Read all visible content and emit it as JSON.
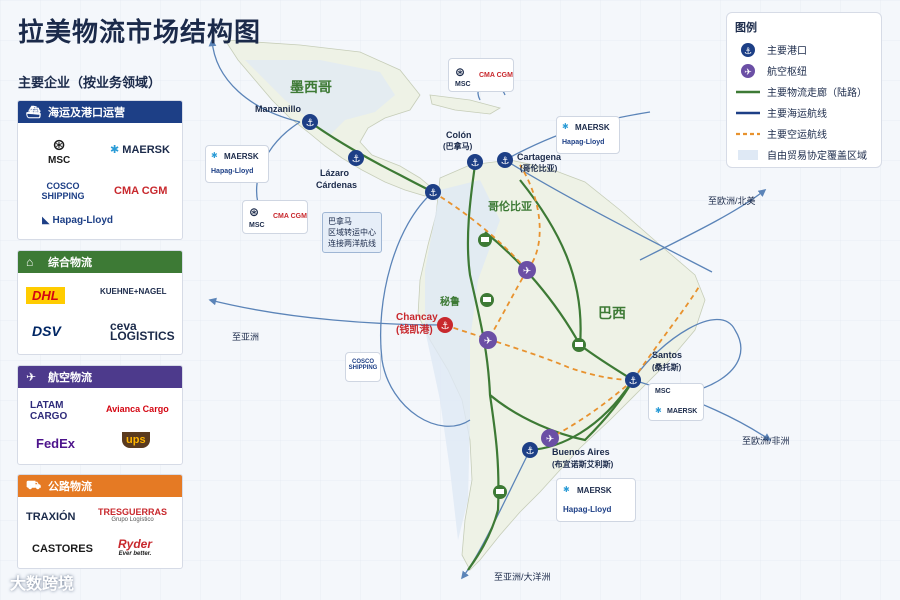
{
  "title": "拉美物流市场结构图",
  "enterprises": {
    "heading": "主要企业（按业务领域）",
    "categories": [
      {
        "name": "海运及港口运营",
        "color": "#1d3f86",
        "icon": "ship-icon",
        "logos": [
          "MSC",
          "MAERSK",
          "COSCO SHIPPING",
          "CMA CGM",
          "Hapag-Lloyd"
        ]
      },
      {
        "name": "综合物流",
        "color": "#3d7a35",
        "icon": "warehouse-icon",
        "logos": [
          "DHL",
          "KUEHNE+NAGEL",
          "DSV",
          "ceva LOGISTICS"
        ]
      },
      {
        "name": "航空物流",
        "color": "#4d3a8c",
        "icon": "plane-icon",
        "logos": [
          "LATAM CARGO",
          "Avianca Cargo",
          "FedEx",
          "ups"
        ]
      },
      {
        "name": "公路物流",
        "color": "#e57a24",
        "icon": "truck-icon",
        "logos": [
          "TRAXIÓN",
          "TRESGUERRAS",
          "Grupo Logístico",
          "CASTORES",
          "Ryder",
          "Ever better."
        ]
      }
    ]
  },
  "legend": {
    "title": "图例",
    "items": [
      {
        "label": "主要港口",
        "symbol": "anchor-icon"
      },
      {
        "label": "航空枢纽",
        "symbol": "plane-hub-icon"
      },
      {
        "label": "主要物流走廊（陆路）",
        "symbol": "green-line"
      },
      {
        "label": "主要海运航线",
        "symbol": "blue-line"
      },
      {
        "label": "主要空运航线",
        "symbol": "orange-dashed-line"
      },
      {
        "label": "自由贸易协定覆盖区域",
        "symbol": "fta-area"
      }
    ]
  },
  "map": {
    "countries": {
      "mexico": "墨西哥",
      "colombia": "哥伦比亚",
      "brazil": "巴西",
      "peru": "秘鲁"
    },
    "ports": {
      "manzanillo": "Manzanillo",
      "lazaro": [
        "Lázaro",
        "Cárdenas"
      ],
      "colon": [
        "Colón",
        "(巴拿马)"
      ],
      "cartagena": [
        "Cartagena",
        "(哥伦比亚)"
      ],
      "chancay": [
        "Chancay",
        "(钱凯港)"
      ],
      "santos": [
        "Santos",
        "(桑托斯)"
      ],
      "buenos_aires": [
        "Buenos Aires",
        "(布宜诺斯艾利斯)"
      ]
    },
    "panama_note": [
      "巴拿马",
      "区域转运中心",
      "连接两洋航线"
    ],
    "routes": {
      "europe_na": "至欧洲/北美",
      "asia_left": "至亚洲",
      "europe_africa": "至欧洲/非洲",
      "asia_oceania": "至亚洲/大洋洲"
    },
    "callouts": {
      "top": [
        "MSC",
        "CMA CGM"
      ],
      "cartagena": [
        "MAERSK",
        "Hapag-Lloyd"
      ],
      "left_upper": [
        "MAERSK",
        "Hapag-Lloyd"
      ],
      "left_lower": [
        "MSC",
        "CMA CGM"
      ],
      "cosco": [
        "COSCO SHIPPING"
      ],
      "santos": [
        "MSC",
        "MAERSK"
      ],
      "buenos": [
        "MAERSK",
        "Hapag-Lloyd"
      ]
    }
  },
  "watermark": "大数跨境",
  "colors": {
    "navy": "#1b2a4a",
    "sea": "#1d3f86",
    "land": "#3d7a35",
    "air": "#e8922e",
    "chancay": "#c8282d"
  }
}
